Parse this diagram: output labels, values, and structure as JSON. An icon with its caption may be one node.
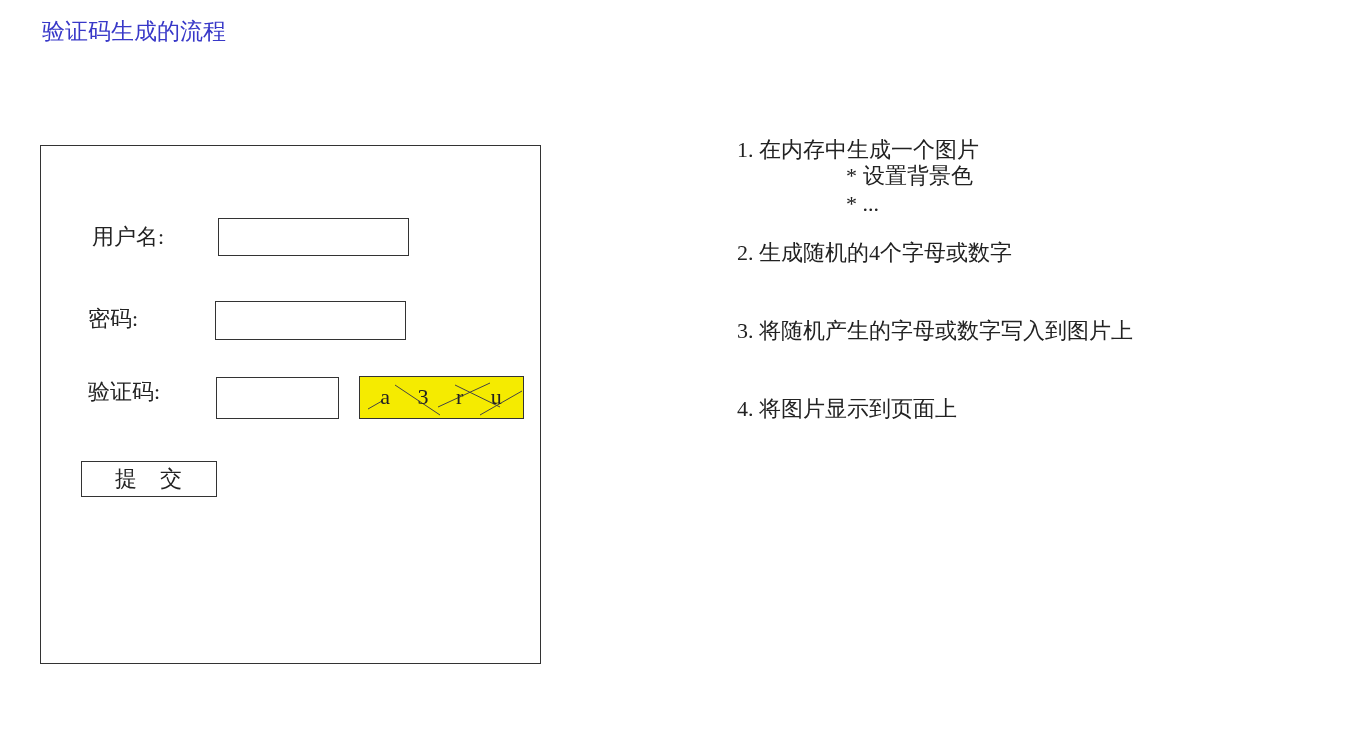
{
  "diagram": {
    "title": "验证码生成的流程",
    "nodes": [
      {
        "text": [],
        "shape": "box"
      },
      {
        "text": [],
        "shape": "box",
        "in": 0
      },
      {
        "text": [],
        "shape": "box",
        "in": 0
      },
      {
        "text": [],
        "shape": "box",
        "in": 0
      },
      {
        "text": [
          "a 3 r u"
        ],
        "in": 0
      },
      {
        "text": [
          "提 交"
        ],
        "in": 0
      }
    ],
    "edges": [],
    "labels": [
      "用户名:",
      "密码:",
      "验证码:",
      "1. 在内存中生成一个图片",
      "* 设置背景色",
      "* ...",
      "2. 生成随机的4个字母或数字",
      "3. 将随机产生的字母或数字写入到图片上",
      "4. 将图片显示到页面上"
    ]
  }
}
